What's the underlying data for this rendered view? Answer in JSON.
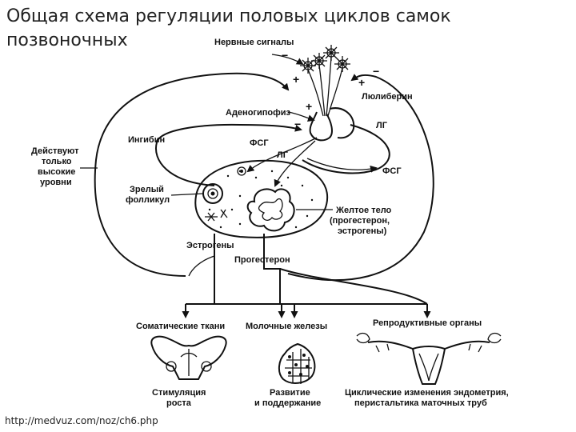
{
  "slide": {
    "title_line1": "Общая схема регуляции половых циклов самок",
    "title_line2": "позвоночных",
    "source": "http://medvuz.com/noz/ch6.php"
  },
  "diagram": {
    "nerve_signals": "Нервные сигналы",
    "luliberin": "Люлиберин",
    "adenohypophysis": "Аденогипофиз",
    "lh": "ЛГ",
    "fsh": "ФСГ",
    "inhibin": "Ингибин",
    "high_levels_1": "Действуют",
    "high_levels_2": "только",
    "high_levels_3": "высокие",
    "high_levels_4": "уровни",
    "mature_follicle_1": "Зрелый",
    "mature_follicle_2": "фолликул",
    "corpus_luteum_1": "Желтое тело",
    "corpus_luteum_2": "(прогестерон,",
    "corpus_luteum_3": "эстрогены)",
    "estrogens": "Эстрогены",
    "progesterone": "Прогестерон",
    "somatic_tissues": "Соматические ткани",
    "mammary_glands": "Молочные железы",
    "reproductive_organs": "Репродуктивные органы",
    "growth_1": "Стимуляция",
    "growth_2": "роста",
    "development_1": "Развитие",
    "development_2": "и поддержание",
    "cyclic_1": "Циклические изменения эндометрия,",
    "cyclic_2": "перистальтика маточных труб",
    "plus": "+",
    "minus": "−"
  }
}
